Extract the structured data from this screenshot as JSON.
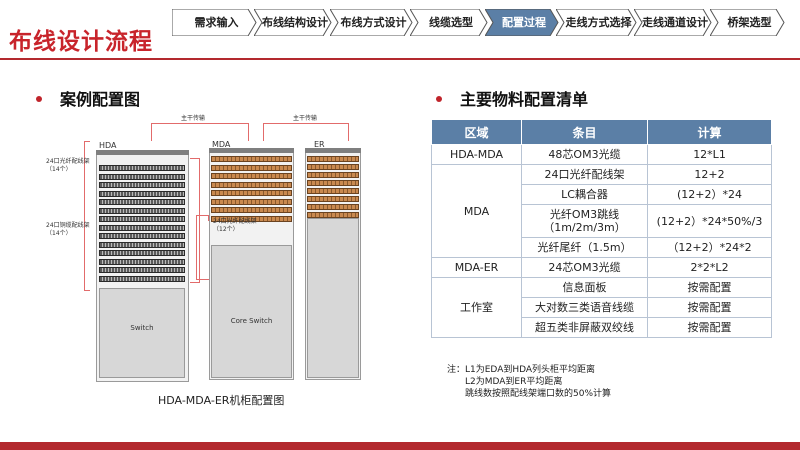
{
  "page_title": "布线设计流程",
  "steps": [
    {
      "label": "需求输入",
      "active": false
    },
    {
      "label": "布线结构设计",
      "active": false
    },
    {
      "label": "布线方式设计",
      "active": false
    },
    {
      "label": "线缆选型",
      "active": false
    },
    {
      "label": "配置过程",
      "active": true
    },
    {
      "label": "走线方式选择",
      "active": false
    },
    {
      "label": "走线通道设计",
      "active": false
    },
    {
      "label": "桥架选型",
      "active": false
    }
  ],
  "left_section": {
    "heading": "案例配置图",
    "caption": "HDA-MDA-ER机柜配置图",
    "diagram": {
      "trunk_label_1": "主干传输",
      "trunk_label_2": "主干传输",
      "rack_hda": "HDA",
      "rack_mda": "MDA",
      "rack_er": "ER",
      "hda_note_fiber": "24口光纤配线架\n（14个）",
      "hda_note_copper": "24口铜缆配线架\n（14个）",
      "mda_note": "24口光纤配线架\n（12个）",
      "switch_label": "Switch",
      "core_switch_label": "Core Switch"
    }
  },
  "right_section": {
    "heading": "主要物料配置清单",
    "columns": [
      "区域",
      "条目",
      "计算"
    ],
    "groups": [
      {
        "area": "HDA-MDA",
        "rows": [
          {
            "item": "48芯OM3光缆",
            "calc": "12*L1"
          }
        ]
      },
      {
        "area": "MDA",
        "rows": [
          {
            "item": "24口光纤配线架",
            "calc": "12+2"
          },
          {
            "item": "LC耦合器",
            "calc": "(12+2）*24"
          },
          {
            "item": "光纤OM3跳线\n（1m/2m/3m）",
            "calc": "(12+2）*24*50%/3"
          },
          {
            "item": "光纤尾纤（1.5m）",
            "calc": "（12+2）*24*2"
          }
        ]
      },
      {
        "area": "MDA-ER",
        "rows": [
          {
            "item": "24芯OM3光缆",
            "calc": "2*2*L2"
          }
        ]
      },
      {
        "area": "工作室",
        "rows": [
          {
            "item": "信息面板",
            "calc": "按需配置"
          },
          {
            "item": "大对数三类语音线缆",
            "calc": "按需配置"
          },
          {
            "item": "超五类非屏蔽双绞线",
            "calc": "按需配置"
          }
        ]
      }
    ],
    "footnote": [
      "注：L1为EDA到HDA列头柜平均距离",
      "L2为MDA到ER平均距离",
      "跳线数按照配线架端口数的50%计算"
    ]
  },
  "colors": {
    "brand_red": "#c8242b",
    "active_step": "#5b7fa6",
    "table_header": "#5b7fa6"
  }
}
